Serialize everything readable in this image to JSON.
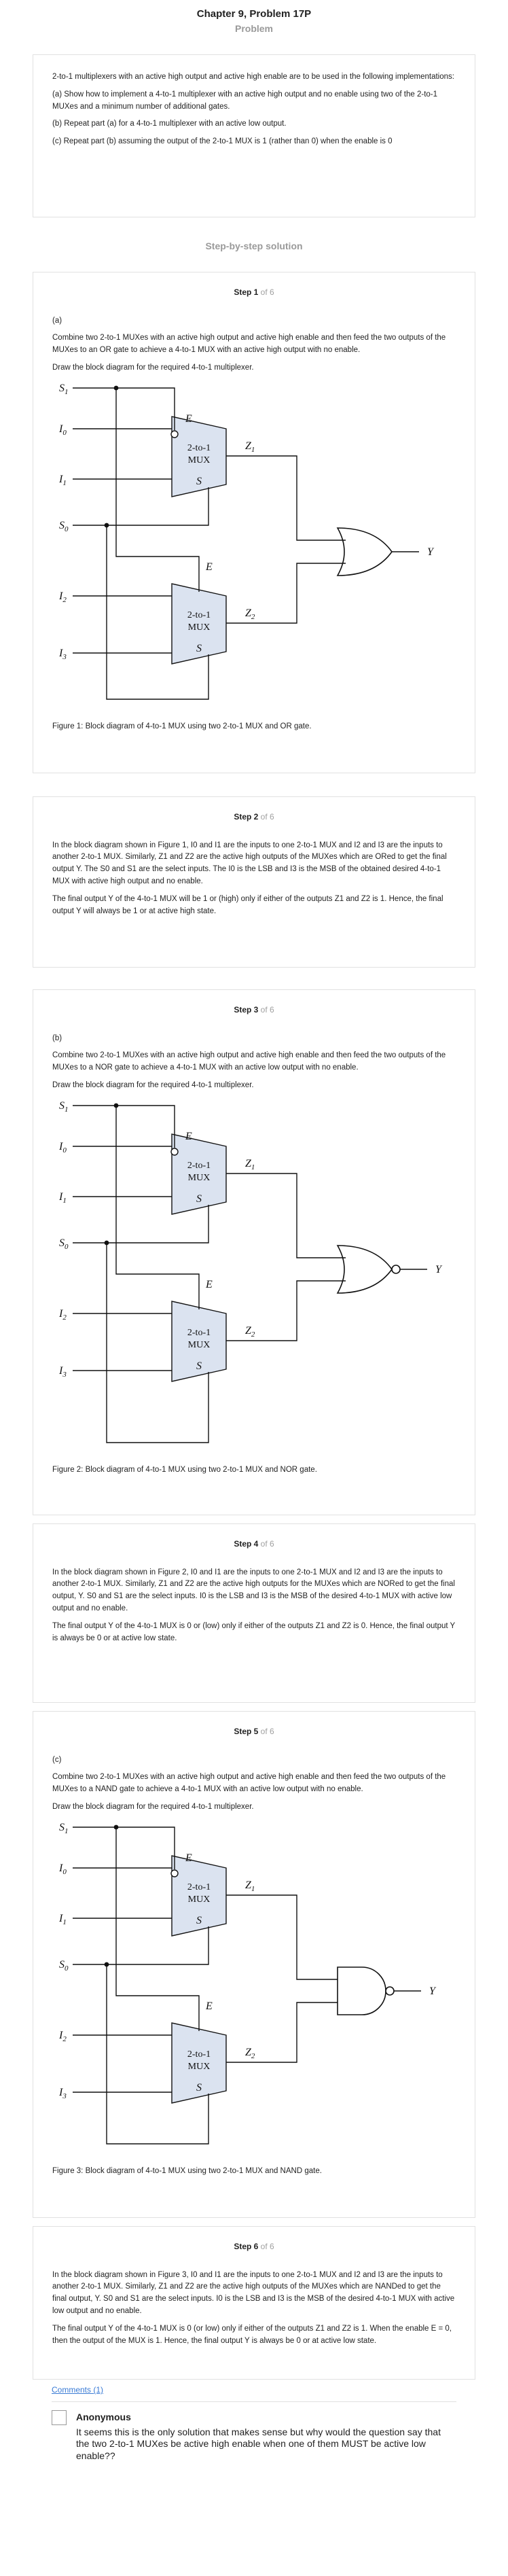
{
  "header": {
    "title": "Chapter 9, Problem 17P"
  },
  "problem": {
    "section_label": "Problem",
    "intro": "2-to-1 multiplexers with an active high output and active high enable are to be used in the following implementations:",
    "parts": [
      "(a) Show how to implement a 4-to-1 multiplexer with an active high output and no enable using two of the 2-to-1 MUXes and a minimum number of additional gates.",
      "(b) Repeat part (a) for a 4-to-1 multiplexer with an active low output.",
      "(c) Repeat part (b) assuming the output of the 2-to-1 MUX is 1 (rather than 0) when the enable is 0"
    ]
  },
  "solution": {
    "section_label": "Step-by-step solution"
  },
  "steps": [
    {
      "label": "Step 1",
      "of": "of 6",
      "part": "(a)",
      "text": "Combine two 2-to-1 MUXes with an active high output and active high enable and then feed the two outputs of the MUXes to an OR gate to achieve a 4-to-1 MUX with an active high output with no enable.",
      "draw": "Draw the block diagram for the required 4-to-1 multiplexer.",
      "caption": "Figure 1: Block diagram of 4-to-1 MUX using two 2-to-1 MUX and OR gate."
    },
    {
      "label": "Step 2",
      "of": "of 6",
      "p1": "In the block diagram shown in Figure 1, I0 and I1 are the inputs to one 2-to-1 MUX and I2 and I3 are the inputs to another 2-to-1 MUX. Similarly, Z1 and Z2 are the active high outputs of the MUXes which are ORed to get the final output Y. The S0 and S1 are the select inputs. The I0 is the LSB and I3 is the MSB of the obtained desired 4-to-1 MUX with active high output and no enable.",
      "p2": "The final output Y of the 4-to-1 MUX will be 1 or (high) only if either of the outputs Z1 and Z2 is 1. Hence, the final output Y will always be 1 or at active high state."
    },
    {
      "label": "Step 3",
      "of": "of 6",
      "part": "(b)",
      "text": "Combine two 2-to-1 MUXes with an active high output and active high enable and then feed the two outputs of the MUXes to a NOR gate to achieve a 4-to-1 MUX with an active low output with no enable.",
      "draw": "Draw the block diagram for the required 4-to-1 multiplexer.",
      "caption": "Figure 2: Block diagram of 4-to-1 MUX using two 2-to-1 MUX and NOR gate."
    },
    {
      "label": "Step 4",
      "of": "of 6",
      "p1": "In the block diagram shown in Figure 2, I0 and I1 are the inputs to one 2-to-1 MUX and I2 and I3 are the inputs to another 2-to-1 MUX. Similarly, Z1 and Z2 are the active high outputs for the MUXes which are NORed to get the final output, Y. S0 and S1 are the select inputs. I0 is the LSB and I3 is the MSB of the desired 4-to-1 MUX with active low output and no enable.",
      "p2": "The final output Y of the 4-to-1 MUX is 0 or (low) only if either of the outputs Z1 and Z2 is 0. Hence, the final output Y is always be 0 or at active low state."
    },
    {
      "label": "Step 5",
      "of": "of 6",
      "part": "(c)",
      "text": "Combine two 2-to-1 MUXes with an active high output and active high enable and then feed the two outputs of the MUXes to a NAND gate to achieve a 4-to-1 MUX with an active low output with no enable.",
      "draw": "Draw the block diagram for the required 4-to-1 multiplexer.",
      "caption": "Figure 3: Block diagram of 4-to-1 MUX using two 2-to-1 MUX and NAND gate."
    },
    {
      "label": "Step 6",
      "of": "of 6",
      "p1": "In the block diagram shown in Figure 3, I0 and I1 are the inputs to one 2-to-1 MUX and I2 and I3 are the inputs to another 2-to-1 MUX. Similarly, Z1 and Z2 are the active high outputs of the MUXes which are NANDed to get the final output, Y. S0 and S1 are the select inputs. I0 is the LSB and I3 is the MSB of the desired 4-to-1 MUX with active low output and no enable.",
      "p2": "The final output Y of the 4-to-1 MUX is 0 (or low) only if either of the outputs Z1 and Z2 is 1. When the enable E = 0, then the output of the MUX is 1. Hence, the final output Y is always be 0 or at active low state."
    }
  ],
  "diagram_labels": {
    "s1": "S1",
    "s0": "S0",
    "i0": "I0",
    "i1": "I1",
    "i2": "I2",
    "i3": "I3",
    "e": "E",
    "s": "S",
    "z1": "Z1",
    "z2": "Z2",
    "y": "Y",
    "mux_line1": "2-to-1",
    "mux_line2": "MUX"
  },
  "comments": {
    "link": "Comments (1)",
    "items": [
      {
        "author": "Anonymous",
        "text": "It seems this is the only solution that makes sense but why would the question say that the two 2-to-1 MUXes be active high enable when one of them MUST be active low enable??"
      }
    ]
  },
  "colors": {
    "mux_fill": "#dbe3f0",
    "link": "#3a7bd5",
    "muted": "#9a9a9a"
  }
}
